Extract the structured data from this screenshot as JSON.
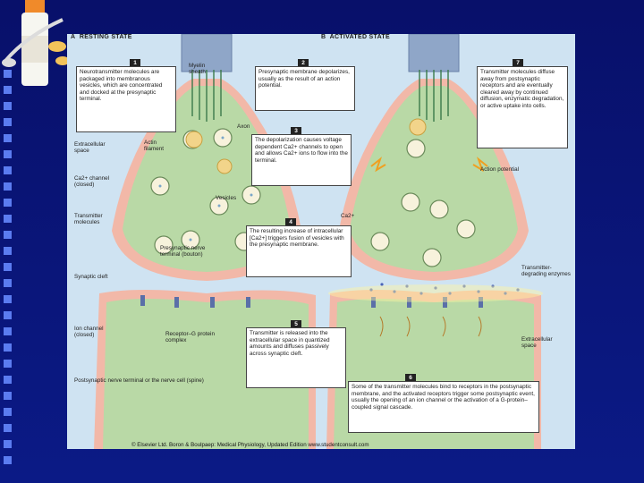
{
  "section_a": {
    "letter": "A",
    "title": "RESTING STATE"
  },
  "section_b": {
    "letter": "B",
    "title": "ACTIVATED STATE"
  },
  "steps": [
    {
      "n": "1",
      "text": "Neurotransmitter molecules are packaged into membranous vesicles, which are concentrated and docked at the presynaptic terminal."
    },
    {
      "n": "2",
      "text": "Presynaptic membrane depolarizes, usually as the result of an action potential."
    },
    {
      "n": "3",
      "text": "The depolarization causes voltage dependent Ca2+ channels to open and allows Ca2+ ions to flow into the terminal."
    },
    {
      "n": "4",
      "text": "The resulting increase of intracellular [Ca2+] triggers fusion of vesicles with the presynaptic membrane."
    },
    {
      "n": "5",
      "text": "Transmitter is released into the extracellular space in quantized amounts and diffuses passively across synaptic cleft."
    },
    {
      "n": "6",
      "text": "Some of the transmitter molecules bind to receptors in the postsynaptic membrane, and the activated receptors trigger some postsynaptic event, usually the opening of an ion channel or the activation of a G-protein–coupled signal cascade."
    },
    {
      "n": "7",
      "text": "Transmitter molecules diffuse away from postsynaptic receptors and are eventually cleared away by continued diffusion, enzymatic degradation, or active uptake into cells."
    }
  ],
  "labels": {
    "myelin": "Myelin sheath",
    "axon": "Axon",
    "extracellular_space": "Extracellular space",
    "actin": "Actin filament",
    "ca_channel_closed": "Ca2+ channel (closed)",
    "vesicles": "Vesicles",
    "transmitter_molecules": "Transmitter molecules",
    "presynaptic_terminal": "Presynaptic nerve terminal (bouton)",
    "synaptic_cleft": "Synaptic cleft",
    "ion_channel_closed": "Ion channel (closed)",
    "receptor_g": "Receptor–G protein complex",
    "postsynaptic_terminal": "Postsynaptic nerve terminal or the nerve cell (spine)",
    "ca2plus": "Ca2+",
    "action_potential": "Action potential",
    "transmitter_degrading": "Transmitter-degrading enzymes",
    "extracellular_space_b": "Extracellular space"
  },
  "copyright": "© Elsevier Ltd. Boron & Boulpaep: Medical Physiology, Updated Edition     www.studentconsult.com",
  "colors": {
    "background": "#0b1470",
    "bullet": "#5b7cf0",
    "panel": "#cfe3f2",
    "membrane": "#f2b8a8",
    "cytoplasm": "#b9d9a6"
  }
}
